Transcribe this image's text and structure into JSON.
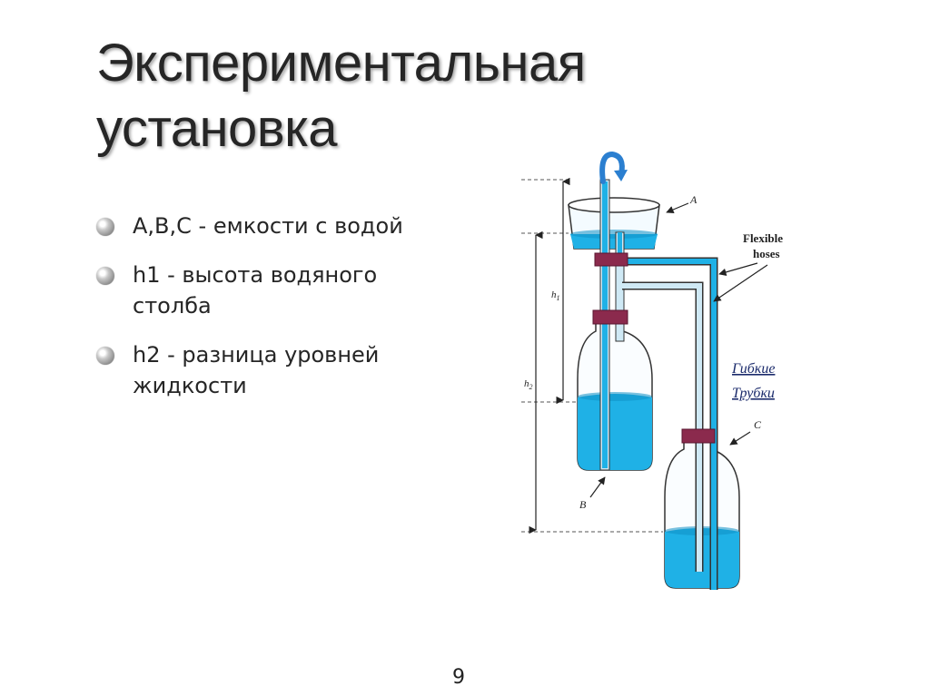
{
  "slide": {
    "title_line1": "Экспериментальная",
    "title_line2": "установка",
    "page_number": "9"
  },
  "bullets": [
    {
      "line1": "A,B,C - емкости с водой",
      "line2": ""
    },
    {
      "line1": "h1 - высота водяного",
      "line2": "столба"
    },
    {
      "line1": "h2 - разница уровней",
      "line2": "жидкости"
    }
  ],
  "diagram": {
    "label_a": "A",
    "label_b": "B",
    "label_c": "C",
    "label_h1": "h",
    "label_h1_sub": "1",
    "label_h2": "h",
    "label_h2_sub": "2",
    "flexible_hoses_line1": "Flexible",
    "flexible_hoses_line2": "hoses",
    "annotation_line1": "Гибкие",
    "annotation_line2": "Трубки",
    "colors": {
      "water": "#1fb1e6",
      "water_dark": "#0e8fc4",
      "stopper": "#8b2a4d",
      "tube_fill": "#cfe9f5",
      "arrow_blue": "#2b7fd0",
      "outline": "#222222"
    }
  }
}
